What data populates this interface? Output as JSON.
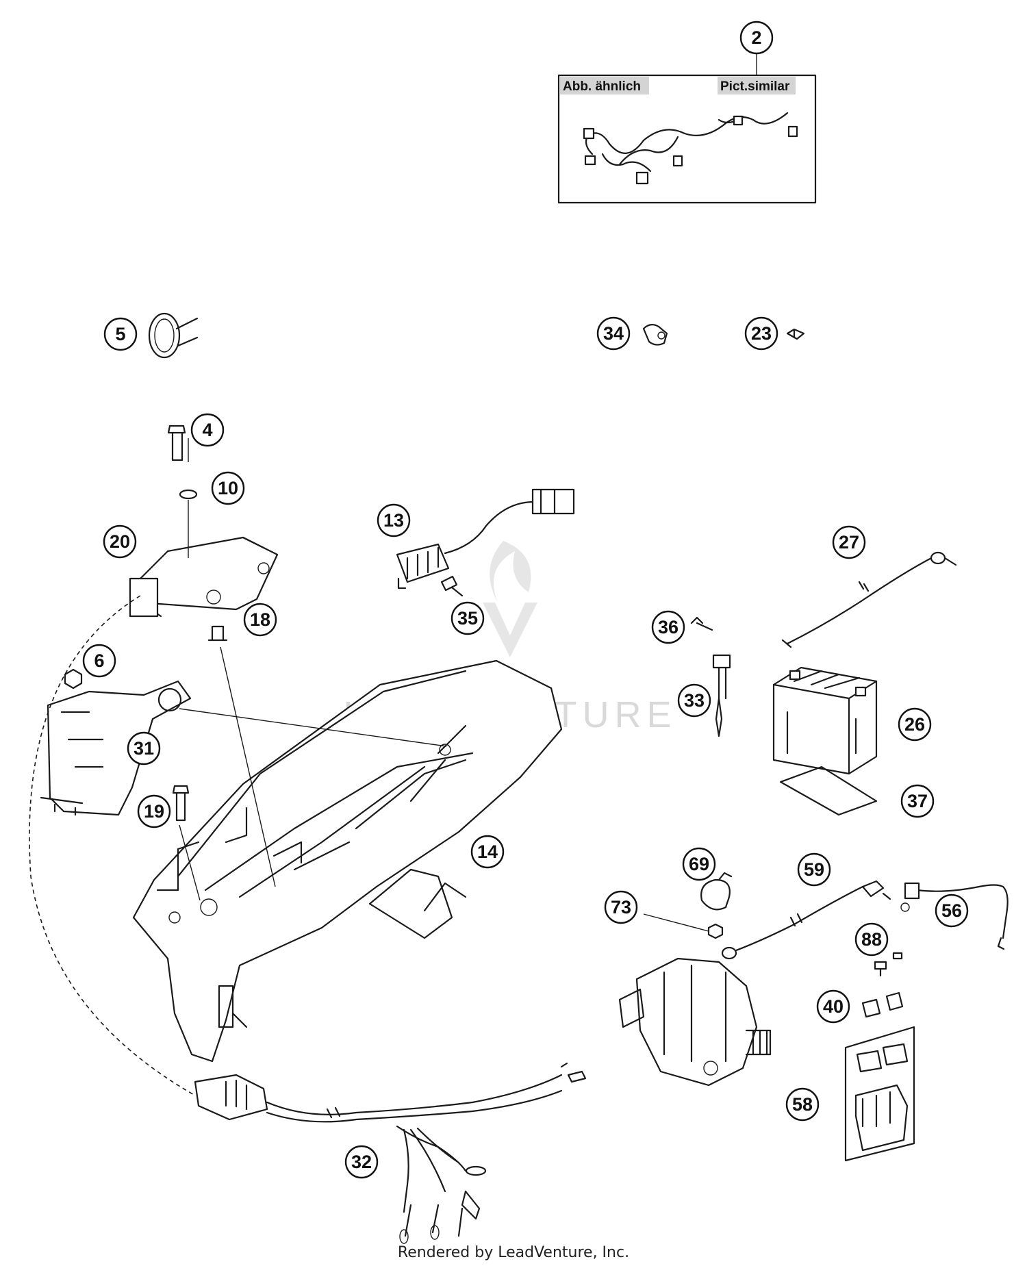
{
  "diagram": {
    "callouts": [
      "2",
      "5",
      "34",
      "23",
      "4",
      "10",
      "20",
      "13",
      "35",
      "27",
      "36",
      "18",
      "6",
      "33",
      "26",
      "31",
      "19",
      "37",
      "14",
      "69",
      "59",
      "73",
      "56",
      "88",
      "40",
      "58",
      "32"
    ],
    "inset": {
      "label_left": "Abb. ähnlich",
      "label_right": "Pict.similar"
    },
    "watermark": "LEADVENTURE",
    "footer": "Rendered by LeadVenture, Inc."
  }
}
